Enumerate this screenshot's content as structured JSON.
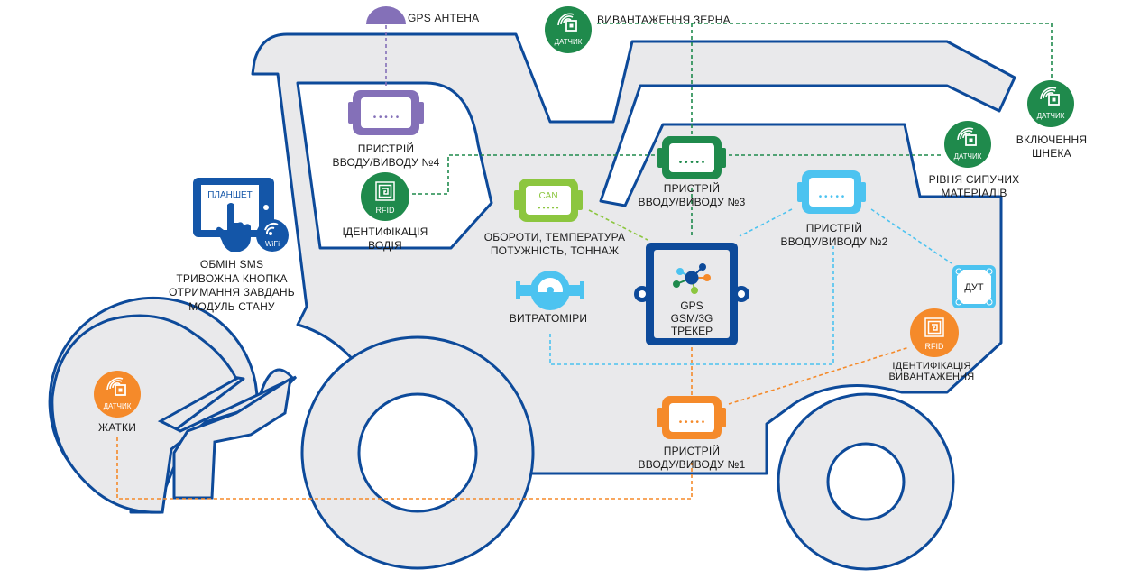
{
  "title": "GPS/GSM tracker monitoring diagram for a combine harvester",
  "colors": {
    "outline": "#0d4a9a",
    "body_fill": "#e9e9eb",
    "purple": "#8470b8",
    "green": "#1f8a4c",
    "lime": "#8cc63f",
    "cyan": "#4cc3f0",
    "orange": "#f58a2a",
    "tracker": "#0d4a9a",
    "tablet": "#1456a8"
  },
  "gps_antenna": {
    "label": "GPS АНТЕНА"
  },
  "io_device_4": {
    "line1": "ПРИСТРІЙ",
    "line2": "ВВОДУ/ВИВОДУ №4"
  },
  "rfid_driver": {
    "badge": "RFID",
    "line1": "ІДЕНТИФІКАЦІЯ",
    "line2": "ВОДІЯ"
  },
  "tablet": {
    "screen_label": "ПЛАНШЕТ",
    "wifi_label": "WiFi",
    "features": [
      "ОБМІН SMS",
      "ТРИВОЖНА КНОПКА",
      "ОТРИМАННЯ ЗАВДАНЬ",
      "МОДУЛЬ СТАНУ"
    ]
  },
  "sensor_grain": {
    "badge": "ДАТЧИК",
    "label": "ВИВАНТАЖЕННЯ ЗЕРНА"
  },
  "sensor_auger": {
    "badge": "ДАТЧИК",
    "line1": "ВКЛЮЧЕННЯ",
    "line2": "ШНЕКА"
  },
  "sensor_level": {
    "badge": "ДАТЧИК",
    "line1": "РІВНЯ СИПУЧИХ",
    "line2": "МАТЕРІАЛІВ"
  },
  "io_device_3": {
    "line1": "ПРИСТРІЙ",
    "line2": "ВВОДУ/ВИВОДУ №3"
  },
  "can": {
    "badge": "CAN",
    "line1": "ОБОРОТИ, ТЕМПЕРАТУРА",
    "line2": "ПОТУЖНІСТЬ, ТОННАЖ"
  },
  "flowmeters": {
    "label": "ВИТРАТОМІРИ"
  },
  "tracker": {
    "line1": "GPS",
    "line2": "GSM/3G",
    "line3": "ТРЕКЕР"
  },
  "io_device_2": {
    "line1": "ПРИСТРІЙ",
    "line2": "ВВОДУ/ВИВОДУ №2"
  },
  "fuel_sensor": {
    "label": "ДУТ"
  },
  "rfid_unload": {
    "badge": "RFID",
    "line1": "ІДЕНТИФІКАЦІЯ",
    "line2": "ВИВАНТАЖЕННЯ"
  },
  "io_device_1": {
    "line1": "ПРИСТРІЙ",
    "line2": "ВВОДУ/ВИВОДУ №1"
  },
  "sensor_header": {
    "badge": "ДАТЧИК",
    "label": "ЖАТКИ"
  },
  "io_dots": "• • • • •"
}
